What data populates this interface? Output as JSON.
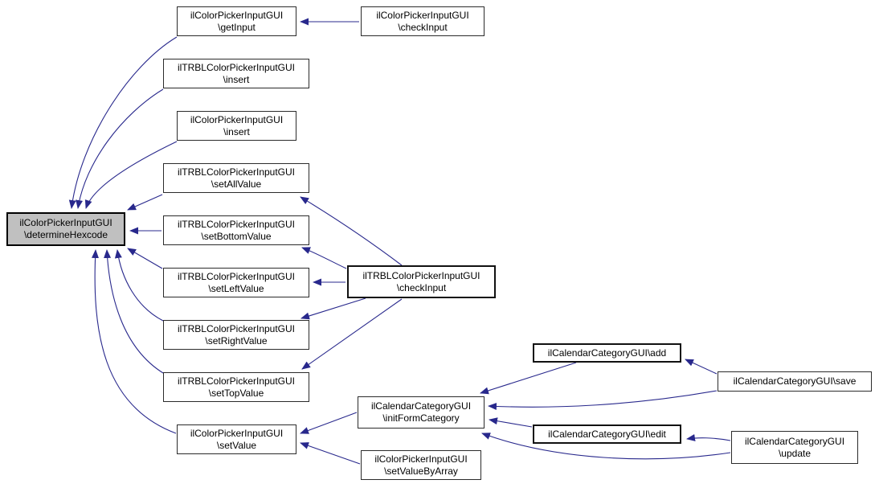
{
  "diagram": {
    "kind": "caller-graph",
    "colors": {
      "background": "#ffffff",
      "edge": "#28288C",
      "node_border": "#2b2b2b",
      "node_fill": "#ffffff",
      "highlight_fill": "#c0c0c0",
      "text": "#000000"
    }
  },
  "nodes": {
    "determine_hexcode": {
      "line1": "ilColorPickerInputGUI",
      "line2": "\\determineHexcode"
    },
    "get_input": {
      "line1": "ilColorPickerInputGUI",
      "line2": "\\getInput"
    },
    "cp_check_input": {
      "line1": "ilColorPickerInputGUI",
      "line2": "\\checkInput"
    },
    "trbl_insert": {
      "line1": "ilTRBLColorPickerInputGUI",
      "line2": "\\insert"
    },
    "cp_insert": {
      "line1": "ilColorPickerInputGUI",
      "line2": "\\insert"
    },
    "set_all_value": {
      "line1": "ilTRBLColorPickerInputGUI",
      "line2": "\\setAllValue"
    },
    "set_bottom_value": {
      "line1": "ilTRBLColorPickerInputGUI",
      "line2": "\\setBottomValue"
    },
    "set_left_value": {
      "line1": "ilTRBLColorPickerInputGUI",
      "line2": "\\setLeftValue"
    },
    "trbl_check_input": {
      "line1": "ilTRBLColorPickerInputGUI",
      "line2": "\\checkInput"
    },
    "set_right_value": {
      "line1": "ilTRBLColorPickerInputGUI",
      "line2": "\\setRightValue"
    },
    "set_top_value": {
      "line1": "ilTRBLColorPickerInputGUI",
      "line2": "\\setTopValue"
    },
    "set_value": {
      "line1": "ilColorPickerInputGUI",
      "line2": "\\setValue"
    },
    "init_form_category": {
      "line1": "ilCalendarCategoryGUI",
      "line2": "\\initFormCategory"
    },
    "set_value_by_array": {
      "line1": "ilColorPickerInputGUI",
      "line2": "\\setValueByArray"
    },
    "add": {
      "line1": "ilCalendarCategoryGUI\\add"
    },
    "save": {
      "line1": "ilCalendarCategoryGUI\\save"
    },
    "edit": {
      "line1": "ilCalendarCategoryGUI\\edit"
    },
    "update": {
      "line1": "ilCalendarCategoryGUI",
      "line2": "\\update"
    }
  }
}
